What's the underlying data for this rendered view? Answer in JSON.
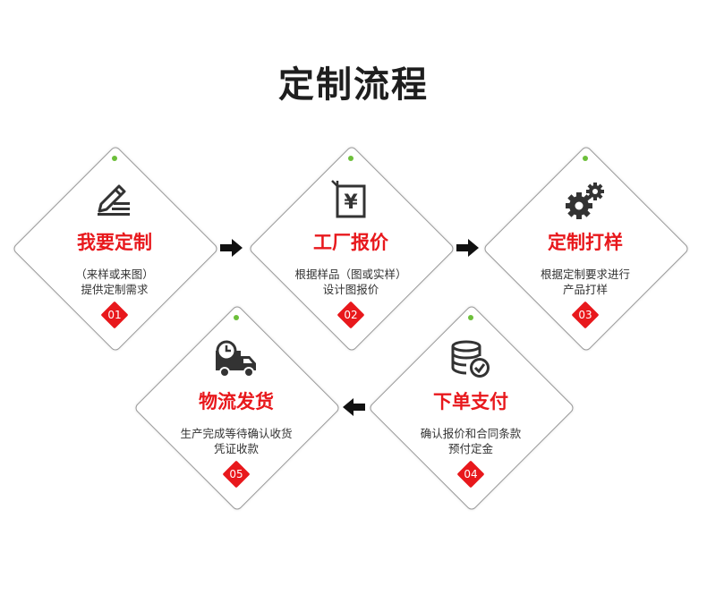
{
  "title": "定制流程",
  "steps": [
    {
      "title": "我要定制",
      "desc_line1": "（来样或来图）",
      "desc_line2": "提供定制需求",
      "badge": "01",
      "icon": "pen-edit-icon"
    },
    {
      "title": "工厂报价",
      "desc_line1": "根据样品（图或实样）",
      "desc_line2": "设计图报价",
      "badge": "02",
      "icon": "yuan-document-icon"
    },
    {
      "title": "定制打样",
      "desc_line1": "根据定制要求进行",
      "desc_line2": "产品打样",
      "badge": "03",
      "icon": "gears-icon"
    },
    {
      "title": "下单支付",
      "desc_line1": "确认报价和合同条款",
      "desc_line2": "预付定金",
      "badge": "04",
      "icon": "database-check-icon"
    },
    {
      "title": "物流发货",
      "desc_line1": "生产完成等待确认收货",
      "desc_line2": "凭证收款",
      "badge": "05",
      "icon": "delivery-truck-icon"
    }
  ],
  "colors": {
    "accent": "#e8181c",
    "dot": "#6cbf3a",
    "text": "#333333",
    "title": "#1e1e1e"
  }
}
